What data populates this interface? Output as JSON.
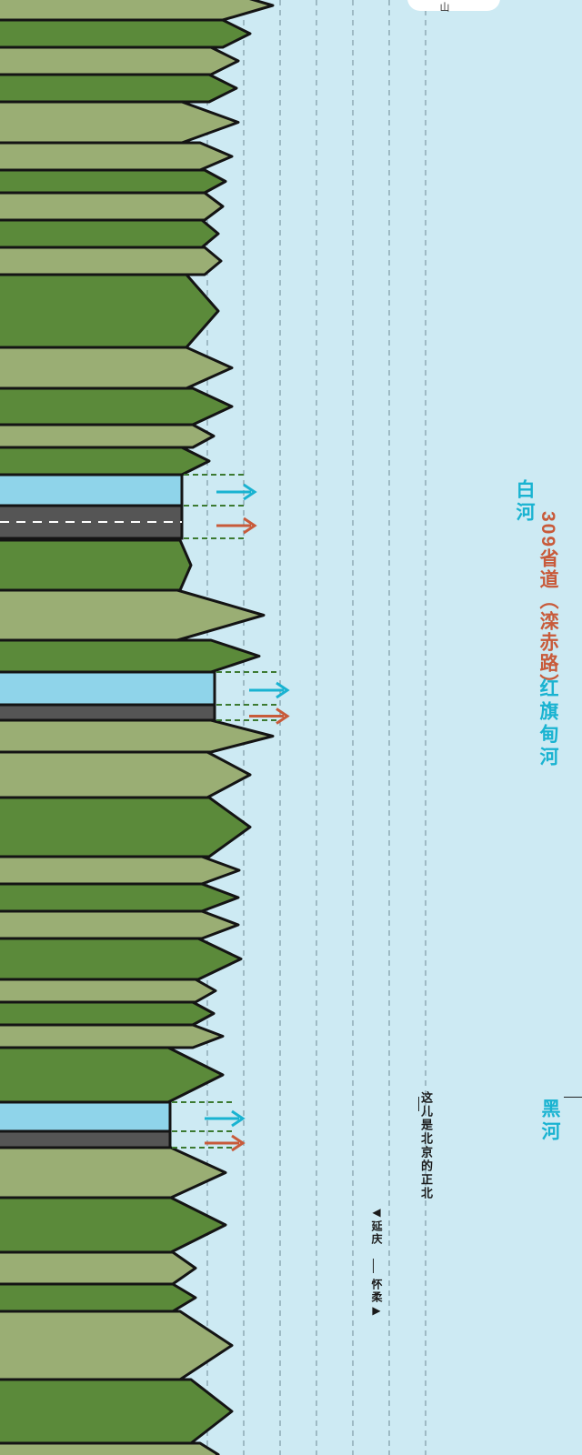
{
  "labels": {
    "top_tag": "山",
    "baihe": "白河",
    "road": "309省道（滦赤路）",
    "hongqi": "红旗甸河",
    "heihe": "黑河",
    "north_note": "这儿是北京的正北",
    "yanqing": "◀延庆",
    "huairou": "怀柔▶"
  },
  "colors": {
    "sky": "#cdeaf3",
    "mountain_light": "#9aae74",
    "mountain_dark": "#5b8a3a",
    "outline": "#141414",
    "river": "#8fd4ea",
    "road": "#555555",
    "river_arrow": "#19b3d1",
    "road_arrow": "#c85a3a",
    "dash_green": "#3c7a32",
    "river_text": "#19b3d1",
    "road_text": "#c85a3a"
  },
  "icons": {
    "river_arrow": "arrow-right-icon",
    "road_arrow": "arrow-right-icon"
  }
}
